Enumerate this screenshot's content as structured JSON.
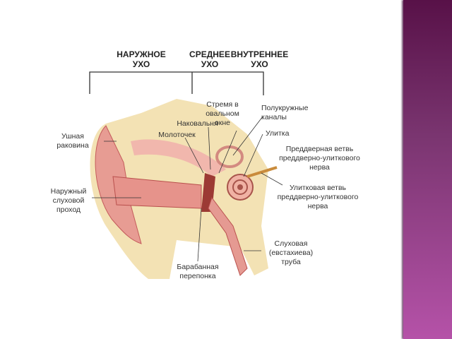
{
  "slide": {
    "headers": {
      "outer": "НАРУЖНОЕ УХО",
      "middle": "СРЕДНЕЕ УХО",
      "inner": "ВНУТРЕННЕЕ УХО"
    },
    "labels": {
      "auricle": "Ушная раковина",
      "ear_canal": "Наружный слуховой проход",
      "eardrum": "Барабанная перепонка",
      "malleus": "Молоточек",
      "incus": "Наковальня",
      "stapes": "Стремя в овальном окне",
      "semicircular": "Полукружные каналы",
      "cochlea": "Улитка",
      "vestibular_branch": "Преддверная ветвь преддверно-улиткового нерва",
      "cochlear_branch": "Улитковая ветвь преддверно-улиткового нерва",
      "eustachian": "Слуховая (евстахиева) труба"
    },
    "accent_color": "#7a3570"
  }
}
